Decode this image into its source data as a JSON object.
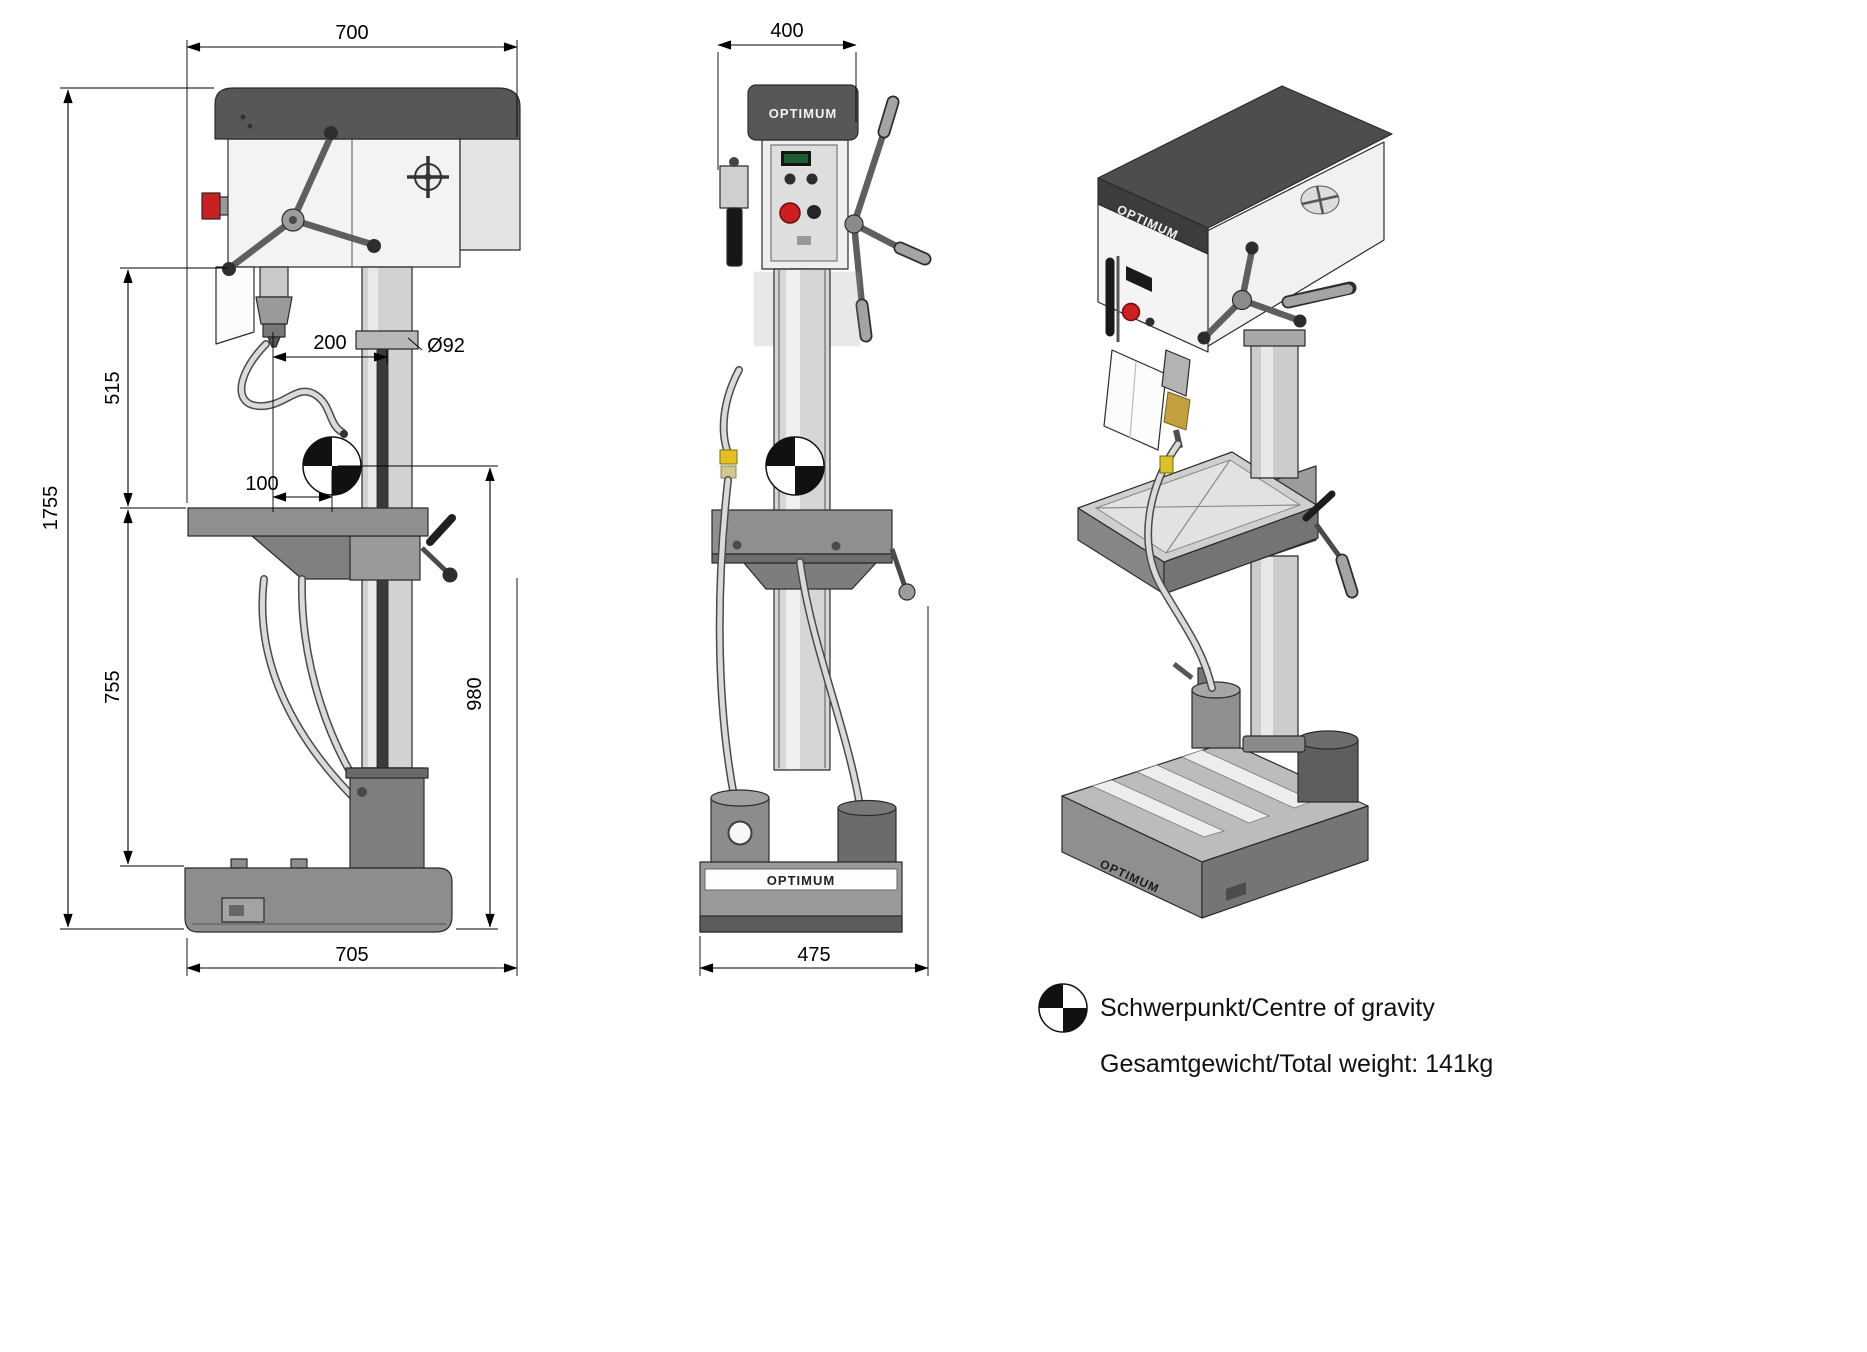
{
  "brand": "OPTIMUM",
  "dimensions": {
    "front": {
      "head_width": "700",
      "total_height": "1755",
      "spindle_to_table": "515",
      "table_to_base": "755",
      "spindle_to_column": "200",
      "spindle_to_cog": "100",
      "column_diameter": "Ø92",
      "cog_height": "980",
      "base_length": "705"
    },
    "side": {
      "top_depth": "400",
      "base_depth": "475"
    }
  },
  "legend": {
    "cog": "Schwerpunkt/Centre of gravity",
    "weight": "Gesamtgewicht/Total weight: 141kg"
  },
  "colors": {
    "line": "#000000",
    "dark_gray": "#4d4d4d",
    "mid_gray": "#8f8f8f",
    "light_gray": "#d6d6d6",
    "red_estop": "#cd1f1f",
    "yellow_fitting": "#e0c222"
  }
}
